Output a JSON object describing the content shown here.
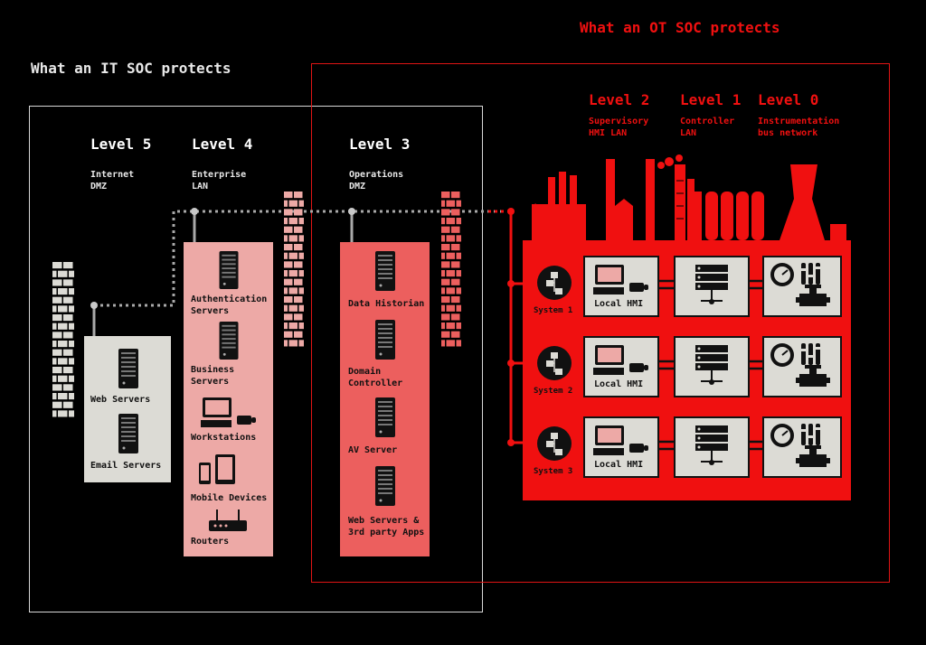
{
  "titles": {
    "it_soc": "What an IT SOC protects",
    "ot_soc": "What an OT SOC protects"
  },
  "it_levels": [
    {
      "level": "Level 5",
      "sub": "Internet\nDMZ"
    },
    {
      "level": "Level 4",
      "sub": "Enterprise\nLAN"
    },
    {
      "level": "Level 3",
      "sub": "Operations\nDMZ"
    }
  ],
  "ot_levels": [
    {
      "level": "Level 2",
      "sub": "Supervisory\nHMI LAN"
    },
    {
      "level": "Level 1",
      "sub": "Controller\nLAN"
    },
    {
      "level": "Level 0",
      "sub": "Instrumentation\nbus network"
    }
  ],
  "level5_items": [
    "Web Servers",
    "Email Servers"
  ],
  "level4_items": [
    "Authentication\nServers",
    "Business\nServers",
    "Workstations",
    "Mobile Devices",
    "Routers"
  ],
  "level3_items": [
    "Data Historian",
    "Domain\nController",
    "AV Server",
    "Web Servers &\n3rd party Apps"
  ],
  "systems": [
    {
      "name": "System 1",
      "hmi": "Local HMI"
    },
    {
      "name": "System 2",
      "hmi": "Local HMI"
    },
    {
      "name": "System 3",
      "hmi": "Local HMI"
    }
  ],
  "colors": {
    "background": "#000000",
    "ot_red": "#f01010",
    "level5_fill": "#dcdbd5",
    "level4_fill": "#eda9a6",
    "level3_fill": "#ec5f5e",
    "firewall_light": "#dcdbd5",
    "firewall_pink": "#eda9a6",
    "firewall_salmon": "#ec5f5e"
  },
  "icons": [
    "firewall-icon",
    "server-rack-icon",
    "workstation-icon",
    "mobile-devices-icon",
    "router-icon",
    "factory-skyline",
    "network-switch-icon",
    "controller-icon",
    "gauge-instrument-icon"
  ]
}
